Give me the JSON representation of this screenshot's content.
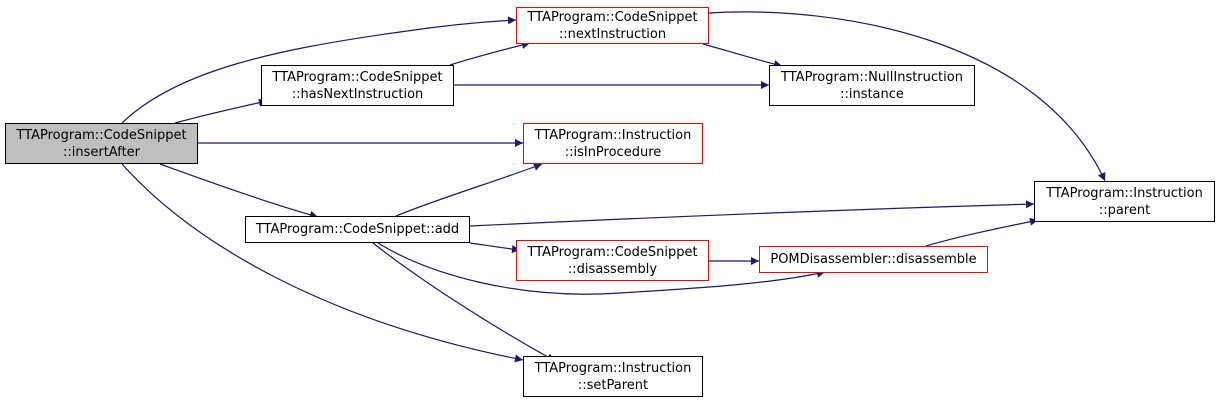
{
  "colors": {
    "edge": "#191970",
    "node_border": "#000000",
    "node_border_truncated": "#ff0000",
    "root_fill": "#bfbfbf"
  },
  "nodes": [
    {
      "id": "insertAfter",
      "line1": "TTAProgram::CodeSnippet",
      "line2": "::insertAfter",
      "style": "root"
    },
    {
      "id": "hasNextInstruction",
      "line1": "TTAProgram::CodeSnippet",
      "line2": "::hasNextInstruction",
      "style": "normal"
    },
    {
      "id": "nextInstruction",
      "line1": "TTAProgram::CodeSnippet",
      "line2": "::nextInstruction",
      "style": "red"
    },
    {
      "id": "nullInstance",
      "line1": "TTAProgram::NullInstruction",
      "line2": "::instance",
      "style": "normal"
    },
    {
      "id": "isInProcedure",
      "line1": "TTAProgram::Instruction",
      "line2": "::isInProcedure",
      "style": "red"
    },
    {
      "id": "add",
      "line1": "TTAProgram::CodeSnippet::add",
      "line2": "",
      "style": "normal"
    },
    {
      "id": "parent",
      "line1": "TTAProgram::Instruction",
      "line2": "::parent",
      "style": "normal"
    },
    {
      "id": "disassembly",
      "line1": "TTAProgram::CodeSnippet",
      "line2": "::disassembly",
      "style": "red"
    },
    {
      "id": "pomDisassemble",
      "line1": "POMDisassembler::disassemble",
      "line2": "",
      "style": "red"
    },
    {
      "id": "setParent",
      "line1": "TTAProgram::Instruction",
      "line2": "::setParent",
      "style": "normal"
    }
  ],
  "edges": [
    {
      "from": "insertAfter",
      "to": "nextInstruction"
    },
    {
      "from": "insertAfter",
      "to": "hasNextInstruction"
    },
    {
      "from": "insertAfter",
      "to": "isInProcedure"
    },
    {
      "from": "insertAfter",
      "to": "add"
    },
    {
      "from": "insertAfter",
      "to": "setParent"
    },
    {
      "from": "hasNextInstruction",
      "to": "nextInstruction"
    },
    {
      "from": "hasNextInstruction",
      "to": "nullInstance"
    },
    {
      "from": "nextInstruction",
      "to": "nullInstance"
    },
    {
      "from": "nextInstruction",
      "to": "parent"
    },
    {
      "from": "add",
      "to": "isInProcedure"
    },
    {
      "from": "add",
      "to": "parent"
    },
    {
      "from": "add",
      "to": "disassembly"
    },
    {
      "from": "add",
      "to": "pomDisassemble"
    },
    {
      "from": "add",
      "to": "setParent"
    },
    {
      "from": "disassembly",
      "to": "pomDisassemble"
    },
    {
      "from": "pomDisassemble",
      "to": "parent"
    }
  ]
}
